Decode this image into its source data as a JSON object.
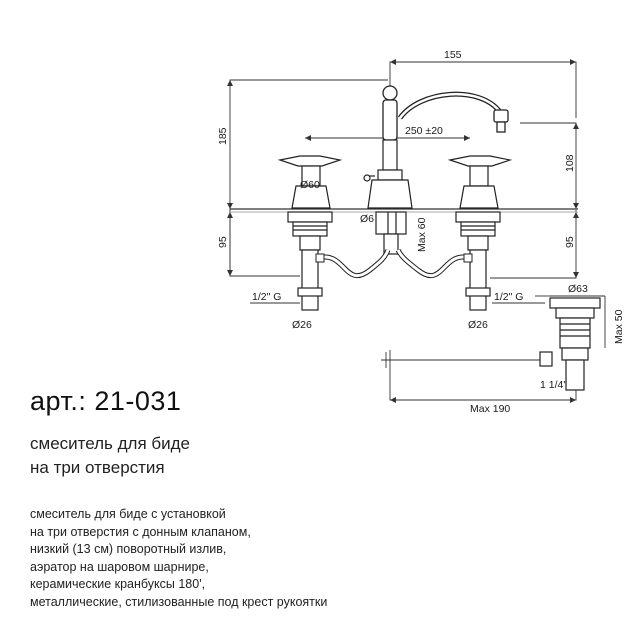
{
  "dimensions": {
    "spout_reach": "155",
    "total_height": "185",
    "spread": "250 ±20",
    "spout_height": "108",
    "handle_diameter": "Ø60",
    "hole_diameter": "Ø6",
    "max_drain": "Max 60",
    "depth_left": "95",
    "depth_right": "95",
    "thread_left": "1/2\" G",
    "thread_right": "1/2\" G",
    "tail_left": "Ø26",
    "tail_right": "Ø26",
    "drain_diameter": "Ø63",
    "drain_max": "Max 50",
    "drain_thread": "1 1/4\"",
    "rod_max": "Max 190"
  },
  "title": {
    "article": "арт.: 21-031",
    "subtitle_lines": [
      "смеситель для биде",
      "на три отверстия"
    ]
  },
  "description": [
    "смеситель для биде с установкой",
    "на три отверстия с донным клапаном,",
    "низкий (13 см) поворотный излив,",
    "аэратор на шаровом шарнире,",
    "керамические кранбуксы 180',",
    "металлические, стилизованные под крест рукоятки"
  ]
}
